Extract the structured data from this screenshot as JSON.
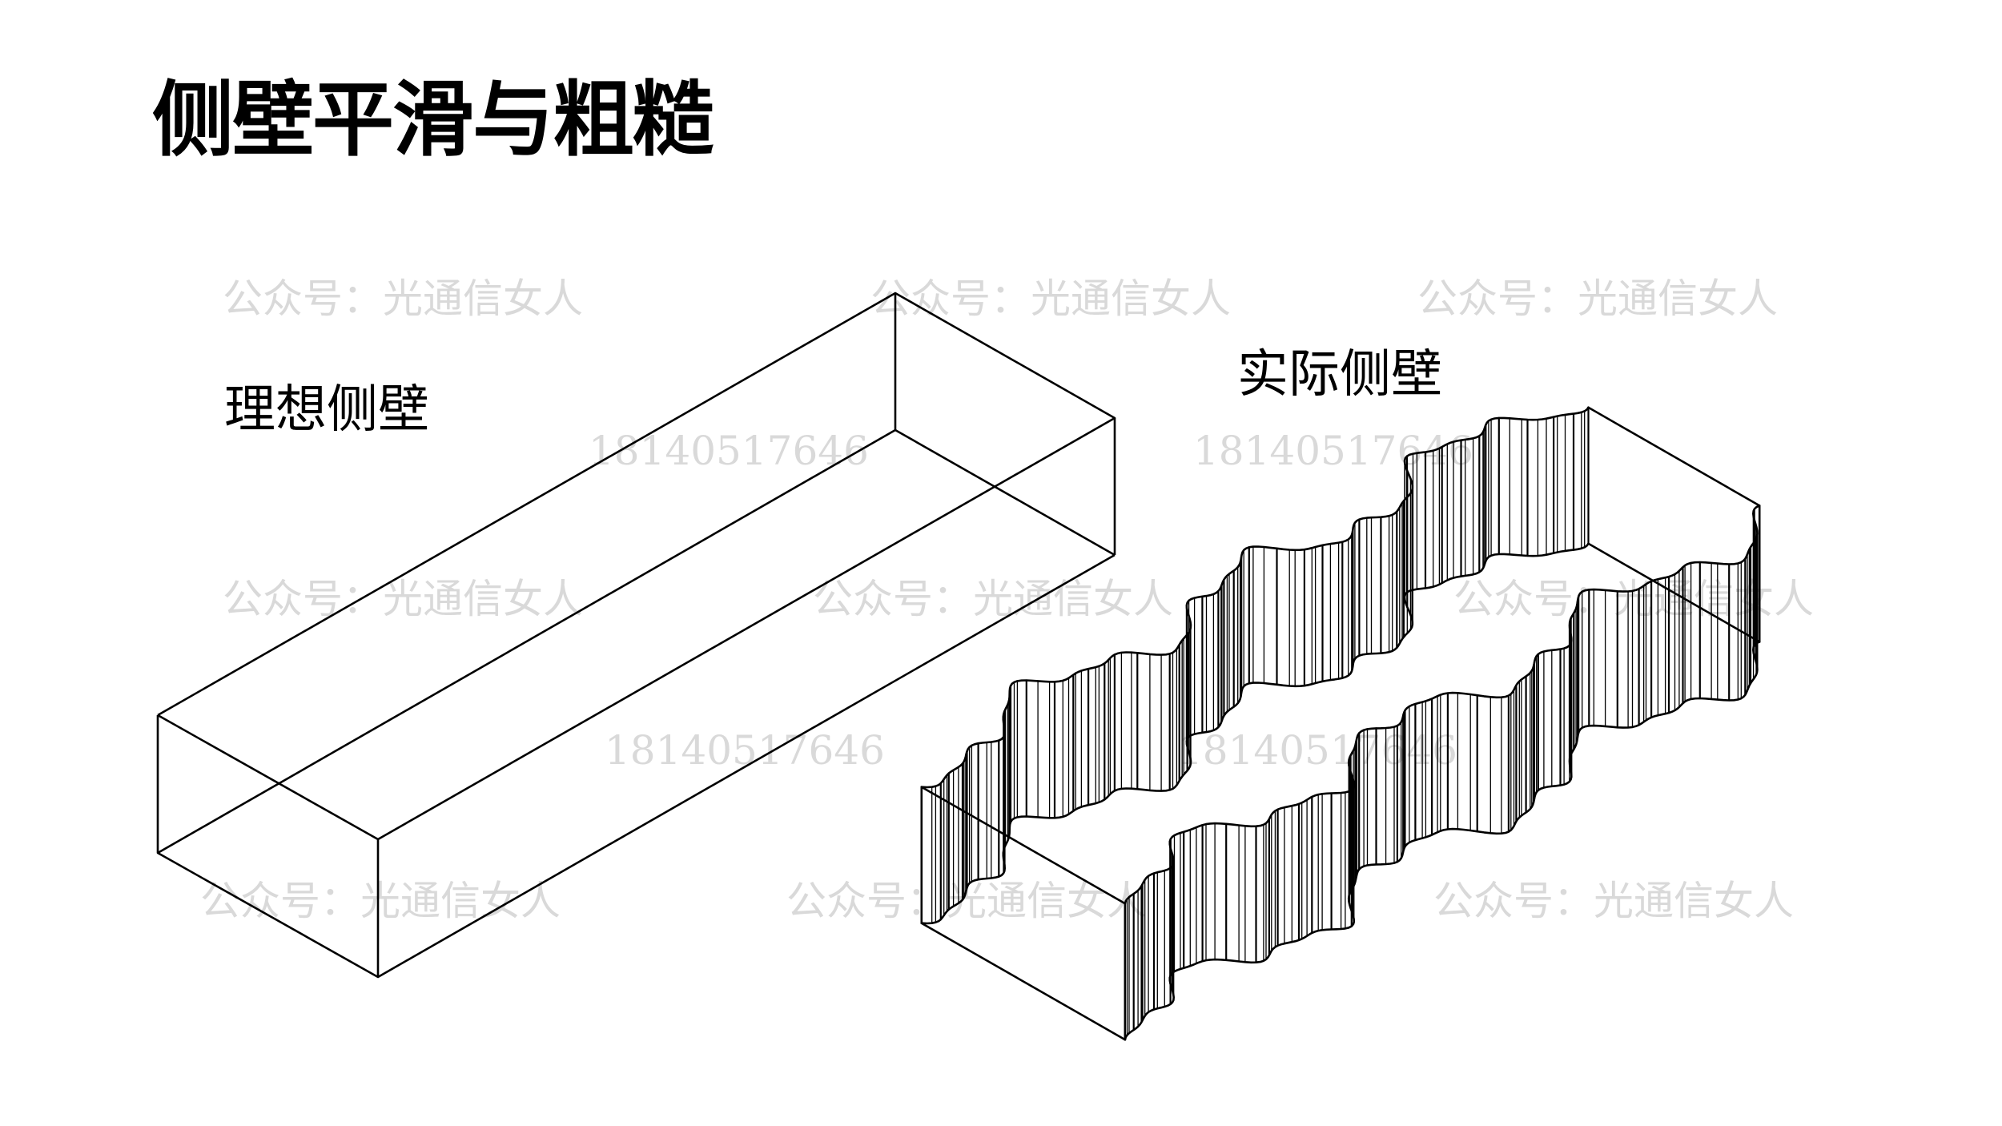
{
  "title": "侧壁平滑与粗糙",
  "labels": {
    "ideal": "理想侧壁",
    "actual": "实际侧壁"
  },
  "watermarks": {
    "account": "公众号：光通信女人",
    "phone": "18140517646"
  }
}
